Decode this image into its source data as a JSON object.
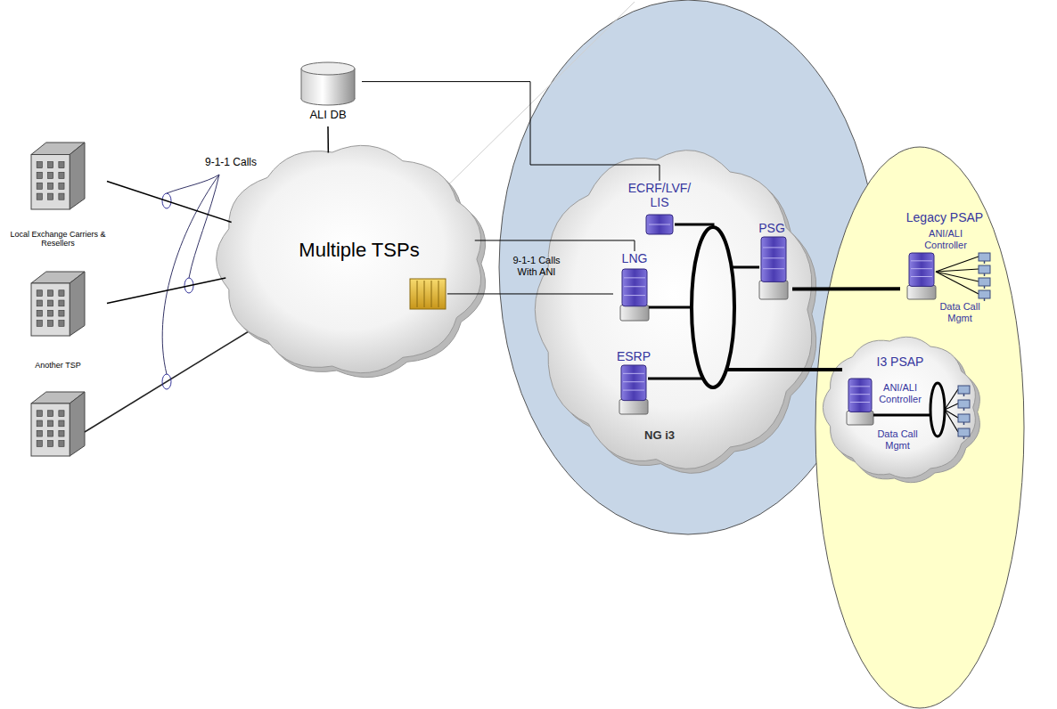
{
  "diagram": {
    "nodes": [
      {
        "text": [
          "Local Exchange Carriers & Resellers"
        ]
      },
      {
        "text": [
          "Another TSP"
        ]
      },
      {
        "text": [
          "ALI DB"
        ]
      },
      {
        "text": [
          "Multiple TSPs"
        ]
      },
      {
        "text": [
          "NG i3"
        ]
      },
      {
        "text": [
          "ECRF/LVF/ LIS"
        ],
        "in": 4
      },
      {
        "text": [
          "LNG"
        ],
        "in": 4
      },
      {
        "text": [
          "ESRP"
        ],
        "in": 4
      },
      {
        "text": [
          "PSG"
        ],
        "in": 4
      },
      {
        "text": [
          "Legacy PSAP",
          "ANI/ALI Controller",
          "Data Call Mgmt"
        ]
      },
      {
        "text": [
          "I3 PSAP"
        ]
      },
      {
        "text": [
          "ANI/ALI Controller",
          "Data Call Mgmt"
        ],
        "in": 10
      }
    ],
    "edges": [
      {
        "from": 0,
        "to": 3,
        "arrow": "none"
      },
      {
        "from": 1,
        "to": 3,
        "arrow": "none"
      },
      {
        "from": 2,
        "to": 3,
        "arrow": "none"
      },
      {
        "from": 2,
        "to": 5,
        "arrow": "none"
      },
      {
        "from": 3,
        "to": 6,
        "label": "9-1-1 Calls With ANI",
        "arrow": "none"
      },
      {
        "from": 3,
        "to": 6,
        "arrow": "none"
      },
      {
        "from": 8,
        "to": 9,
        "arrow": "none"
      }
    ],
    "labels": [
      "9-1-1 Calls"
    ]
  }
}
